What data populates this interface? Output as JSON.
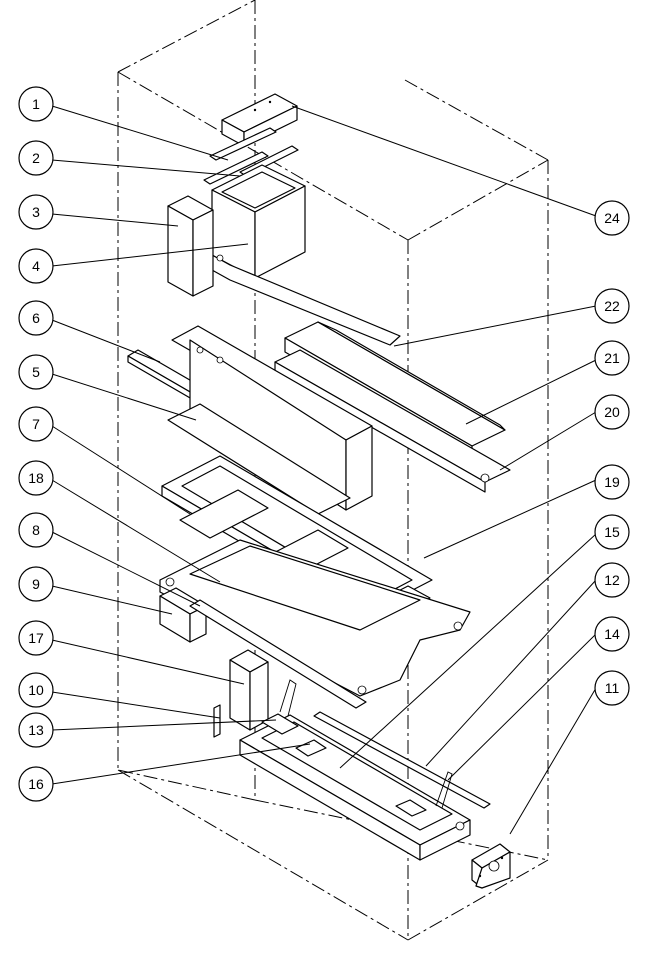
{
  "callouts_left": [
    {
      "label": "1"
    },
    {
      "label": "2"
    },
    {
      "label": "3"
    },
    {
      "label": "4"
    },
    {
      "label": "6"
    },
    {
      "label": "5"
    },
    {
      "label": "7"
    },
    {
      "label": "18"
    },
    {
      "label": "8"
    },
    {
      "label": "9"
    },
    {
      "label": "17"
    },
    {
      "label": "10"
    },
    {
      "label": "13"
    },
    {
      "label": "16"
    }
  ],
  "callouts_right": [
    {
      "label": "24"
    },
    {
      "label": "22"
    },
    {
      "label": "21"
    },
    {
      "label": "20"
    },
    {
      "label": "19"
    },
    {
      "label": "15"
    },
    {
      "label": "12"
    },
    {
      "label": "14"
    },
    {
      "label": "11"
    }
  ]
}
